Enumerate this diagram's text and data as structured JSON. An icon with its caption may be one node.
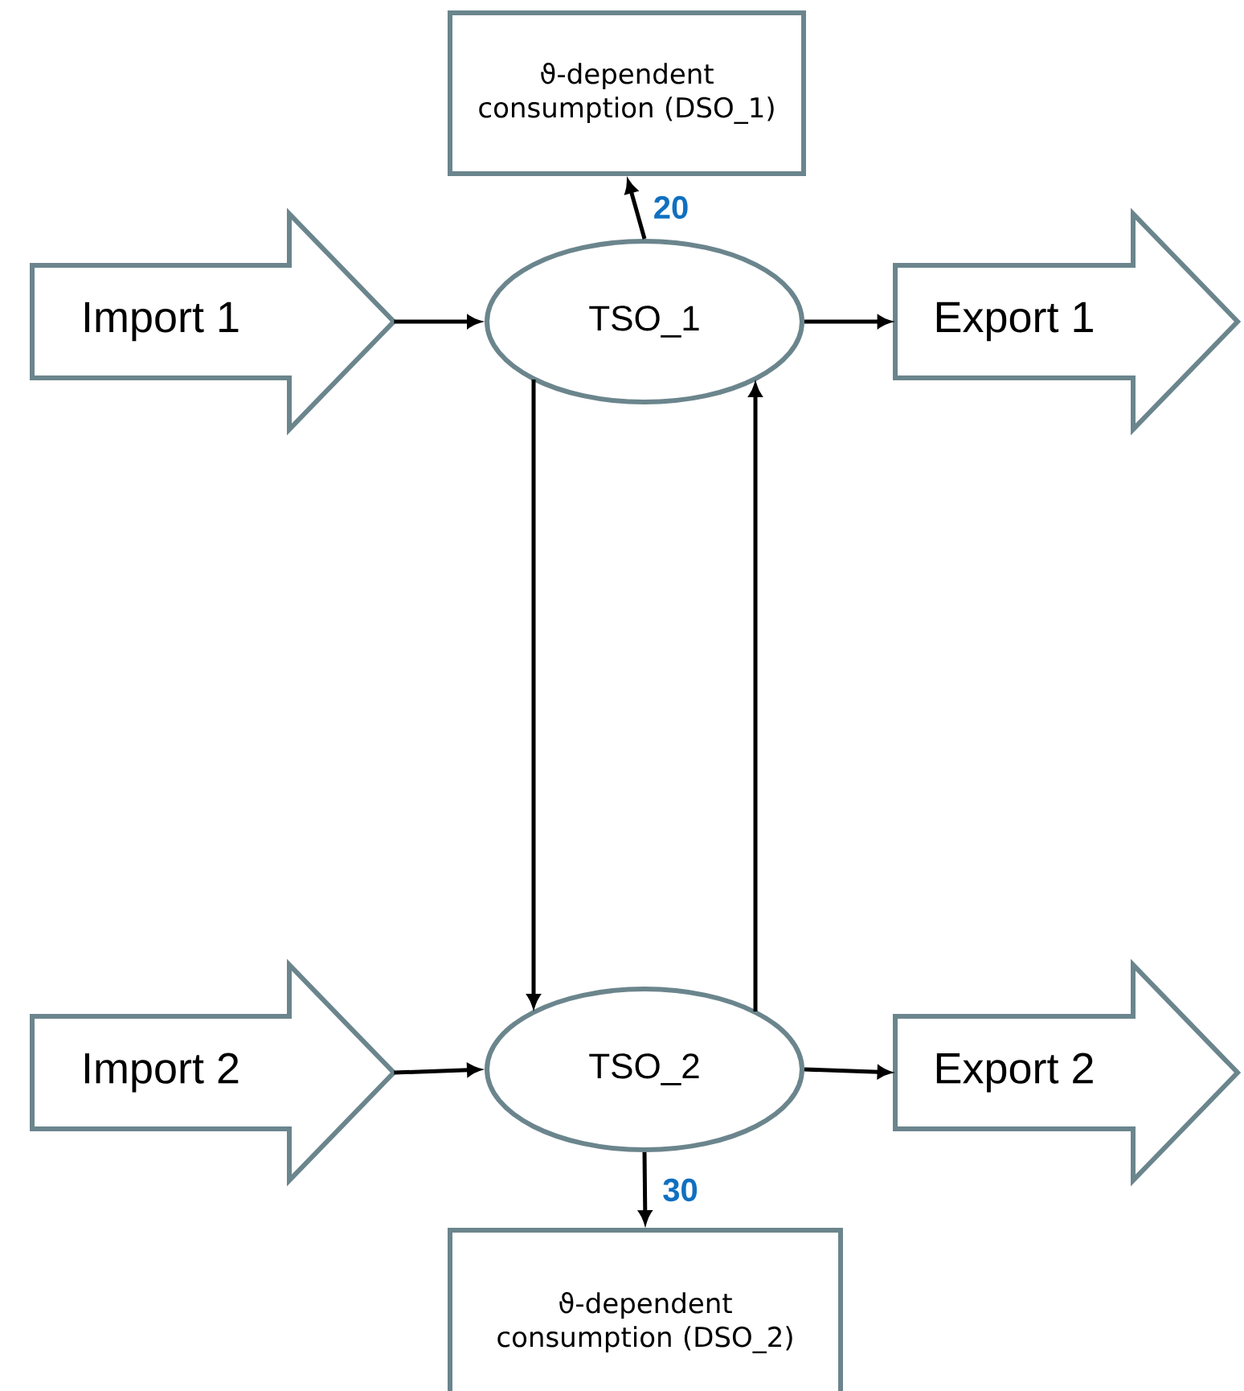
{
  "diagram": {
    "nodes": [
      {
        "text": [
          "ϑ-dependent consumption (DSO_1)"
        ]
      },
      {
        "text": [
          "Import 1"
        ]
      },
      {
        "text": [
          "TSO_1"
        ]
      },
      {
        "text": [
          "Export 1"
        ]
      },
      {
        "text": [
          "Import 2"
        ]
      },
      {
        "text": [
          "TSO_2"
        ]
      },
      {
        "text": [
          "Export 2"
        ]
      },
      {
        "text": [
          "ϑ-dependent consumption (DSO_2)"
        ]
      }
    ],
    "edges": [
      {
        "from": 1,
        "to": 2,
        "arrow": "to"
      },
      {
        "from": 2,
        "to": 0,
        "arrow": "to",
        "label": "20"
      },
      {
        "from": 2,
        "to": 3,
        "arrow": "to"
      },
      {
        "from": 2,
        "to": 5,
        "arrow": "to"
      },
      {
        "from": 5,
        "to": 2,
        "arrow": "to"
      },
      {
        "from": 4,
        "to": 5,
        "arrow": "to"
      },
      {
        "from": 5,
        "to": 6,
        "arrow": "to"
      },
      {
        "from": 5,
        "to": 7,
        "arrow": "to",
        "label": "30"
      }
    ]
  }
}
